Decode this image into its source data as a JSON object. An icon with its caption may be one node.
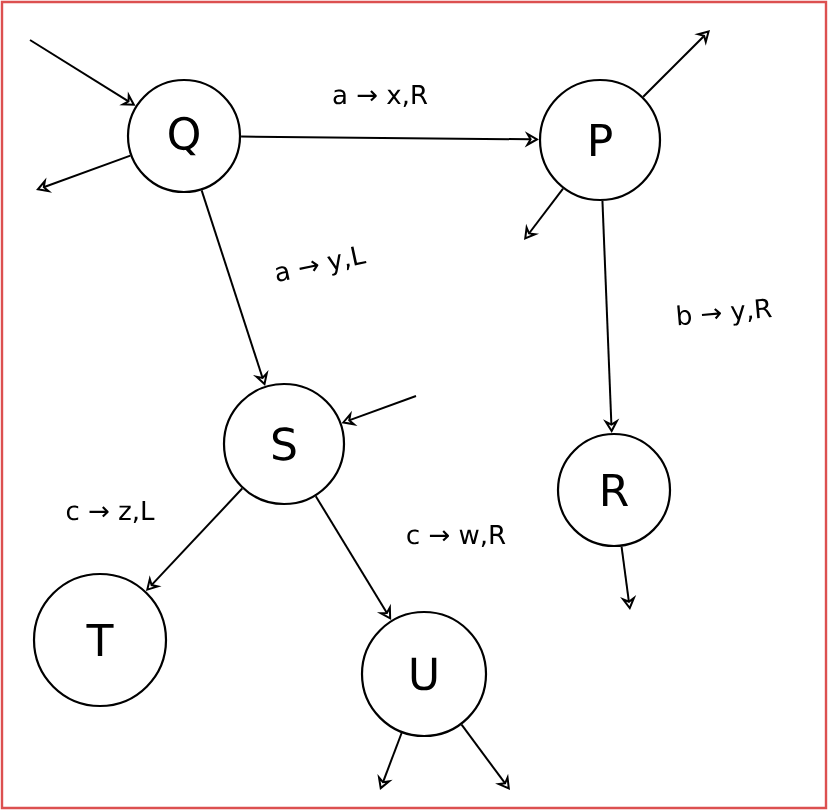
{
  "diagram": {
    "nodes": [
      {
        "text": [
          "Q"
        ]
      },
      {
        "text": [
          "P"
        ]
      },
      {
        "text": [
          "S"
        ]
      },
      {
        "text": [
          "R"
        ]
      },
      {
        "text": [
          "T"
        ]
      },
      {
        "text": [
          "U"
        ]
      }
    ],
    "edges": [
      {
        "from": 0,
        "to": 1,
        "arrow": "to",
        "label": "a → x,R"
      },
      {
        "from": 0,
        "to": 2,
        "arrow": "to",
        "label": "a → y,L"
      },
      {
        "from": 1,
        "to": 3,
        "arrow": "to",
        "label": "b → y,R"
      },
      {
        "from": 2,
        "to": 4,
        "arrow": "to",
        "label": "c → z,L"
      },
      {
        "from": 2,
        "to": 5,
        "arrow": "to",
        "label": "c → w,R"
      },
      {
        "from": null,
        "to": 0,
        "arrow": "to"
      },
      {
        "from": 0,
        "to": null,
        "arrow": "to"
      },
      {
        "from": 1,
        "to": null,
        "arrow": "to"
      },
      {
        "from": 1,
        "to": null,
        "arrow": "to"
      },
      {
        "from": null,
        "to": 2,
        "arrow": "to"
      },
      {
        "from": 3,
        "to": null,
        "arrow": "to"
      },
      {
        "from": 5,
        "to": null,
        "arrow": "to"
      },
      {
        "from": 5,
        "to": null,
        "arrow": "to"
      }
    ]
  }
}
